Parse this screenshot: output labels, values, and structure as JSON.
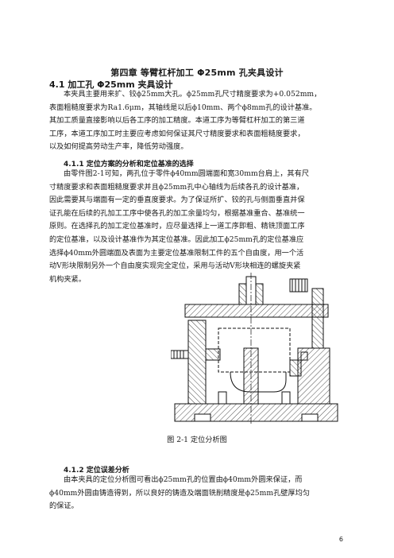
{
  "chapter_title": "第四章  等臂杠杆加工 Φ25mm 孔夹具设计",
  "section_title": "4.1  加工孔 Φ25mm 夹具设计",
  "intro_lines": [
    "本夹具主要用来扩、铰ϕ25mm大孔。ϕ25mm孔尺寸精度要求为+0.052mm，",
    "表面粗糙度要求为Ra1.6μm，其轴线是以后ϕ10mm、两个ϕ8mm孔的设计基准。",
    "其加工质量直接影响以后各工序的加工精度。本道工序为等臂杠杆加工的第三道",
    "工序，本道工序加工时主要应考虑如何保证其尺寸精度要求和表面粗糙度要求，",
    "以及如何提高劳动生产率，降低劳动强度。"
  ],
  "subsection_1_title": "4.1.1 定位方案的分析和定位基准的选择",
  "subsection_1_lines": [
    "由零件图2-1可知，两孔位于零件ϕ40mm圆端面和宽30mm台肩上，其有尺",
    "寸精度要求和表面粗糙度要求并且ϕ25mm孔中心轴线为后续各孔的设计基准，",
    "因此需要其与端面有一定的垂直度要求。为了保证所扩、铰的孔与侧面垂直并保",
    "证孔能在后续的孔加工工序中使各孔的加工余量均匀，根据基准重合、基准统一",
    "原则。在选择孔的加工定位基准时，应尽量选择上一道工序即粗、精铣顶面工序",
    "的定位基准，以及设计基准作为其定位基准。因此加工ϕ25mm孔的定位基准应",
    "选择ϕ40mm外圆端面及表面为主要定位基准限制工件的五个自由度，用一个活",
    "动V形块限制另外一个自由度实现完全定位，采用与活动V形块相连的螺旋夹紧",
    "机构夹紧。"
  ],
  "figure_caption": "图 2-1   定位分析图",
  "subsection_2_title": "4.1.2 定位误差分析",
  "subsection_2_lines": [
    "由本夹具的定位分析图可看出ϕ25mm孔的位置由ϕ40mm外圆来保证，而",
    "ϕ40mm外圆由铸造得到，所以良好的铸造及端面铣削精度是ϕ25mm孔壁厚均匀",
    "的保证。"
  ],
  "page_number": "6"
}
